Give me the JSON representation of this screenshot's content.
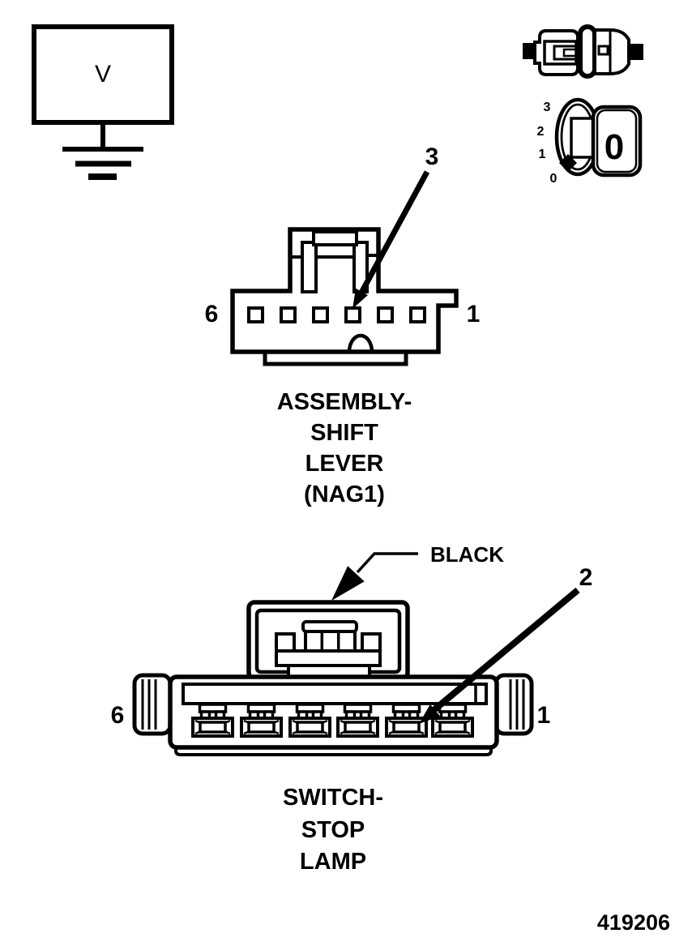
{
  "colors": {
    "ink": "#000000",
    "background": "#ffffff"
  },
  "figure_number": "419206",
  "voltmeter": {
    "label": "V"
  },
  "ignition_switch_icon": {
    "position_labels": [
      "3",
      "2",
      "1",
      "0"
    ],
    "key_face_label": "0"
  },
  "shift_lever_connector": {
    "callout_number": "3",
    "left_pin_label": "6",
    "right_pin_label": "1",
    "caption_lines": [
      "ASSEMBLY-",
      "SHIFT",
      "LEVER",
      "(NAG1)"
    ]
  },
  "stop_lamp_connector": {
    "callout_number": "2",
    "wire_color_label": "BLACK",
    "left_pin_label": "6",
    "right_pin_label": "1",
    "caption_lines": [
      "SWITCH-",
      "STOP",
      "LAMP"
    ]
  }
}
